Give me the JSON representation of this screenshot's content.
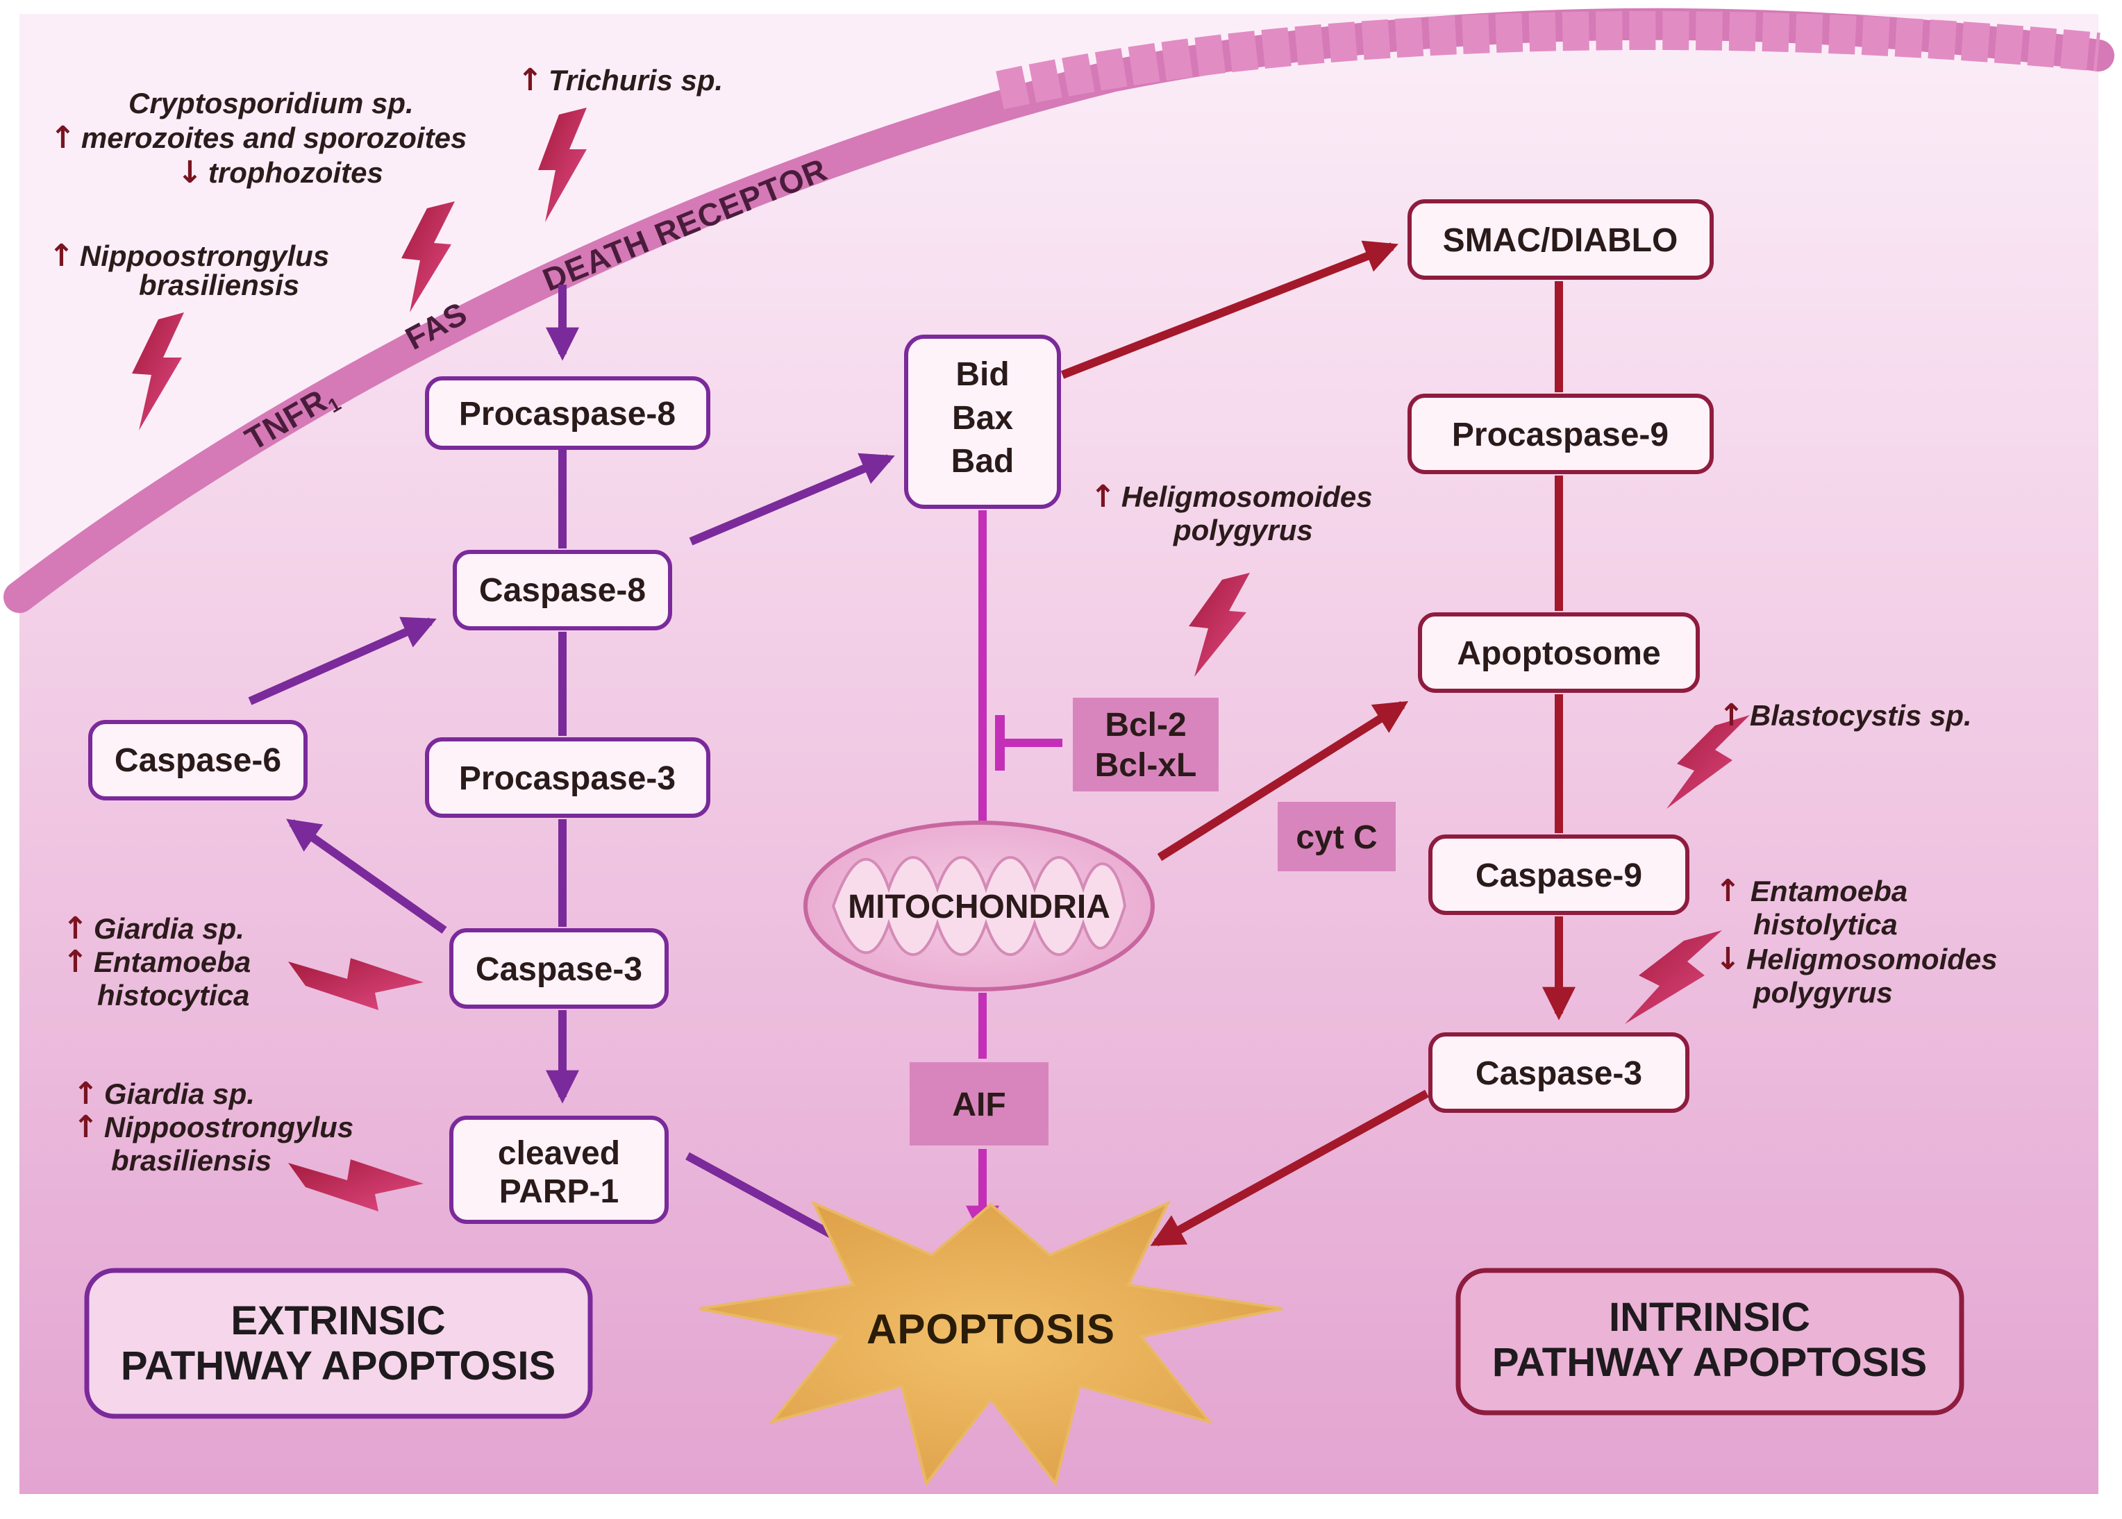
{
  "membrane_labels": {
    "tnfr": "TNFR",
    "tnfr_sub": "1",
    "fas": "FAS",
    "death_receptor": "DEATH RECEPTOR"
  },
  "extrinsic_nodes": {
    "procaspase8": "Procaspase-8",
    "caspase8": "Caspase-8",
    "procaspase3": "Procaspase-3",
    "caspase3": "Caspase-3",
    "caspase6": "Caspase-6",
    "cleaved_parp_line1": "cleaved",
    "cleaved_parp_line2": "PARP-1"
  },
  "bcl_group": {
    "line1": "Bid",
    "line2": "Bax",
    "line3": "Bad"
  },
  "anti_apoptotic": {
    "line1": "Bcl-2",
    "line2": "Bcl-xL"
  },
  "mitochondria": "MITOCHONDRIA",
  "aif": "AIF",
  "cyt_c": "cyt C",
  "intrinsic_nodes": {
    "smac": "SMAC/DIABLO",
    "procaspase9": "Procaspase-9",
    "apoptosome": "Apoptosome",
    "caspase9": "Caspase-9",
    "caspase3": "Caspase-3"
  },
  "apoptosis": "APOPTOSIS",
  "pathway_titles": {
    "extrinsic_line1": "EXTRINSIC",
    "extrinsic_line2": "PATHWAY APOPTOSIS",
    "intrinsic_line1": "INTRINSIC",
    "intrinsic_line2": "PATHWAY APOPTOSIS"
  },
  "parasites": {
    "trichuris": {
      "arrow": "↑",
      "text": "Trichuris sp."
    },
    "crypto_l1": {
      "arrow": "",
      "text": "Cryptosporidium sp."
    },
    "crypto_l2": {
      "arrow": "↑",
      "text": "merozoites and sporozoites"
    },
    "crypto_l3": {
      "arrow": "↓",
      "text": "trophozoites"
    },
    "nippo_top_l1": {
      "arrow": "↑",
      "text": "Nippoostrongylus"
    },
    "nippo_top_l2": {
      "arrow": "",
      "text": "brasiliensis"
    },
    "helig_top_l1": {
      "arrow": "↑",
      "text": "Heligmosomoides"
    },
    "helig_top_l2": {
      "arrow": "",
      "text": "polygyrus"
    },
    "blasto": {
      "arrow": "↑",
      "text": "Blastocystis sp."
    },
    "entam_right_l1": {
      "arrow": "↑",
      "text": "Entamoeba"
    },
    "entam_right_l2": {
      "arrow": "",
      "text": "histolytica"
    },
    "helig_right_l1": {
      "arrow": "↓",
      "text": "Heligmosomoides"
    },
    "helig_right_l2": {
      "arrow": "",
      "text": "polygyrus"
    },
    "giardia_a": {
      "arrow": "↑",
      "text": "Giardia sp."
    },
    "entam_left_l1": {
      "arrow": "↑",
      "text": "Entamoeba"
    },
    "entam_left_l2": {
      "arrow": "",
      "text": "histocytica"
    },
    "giardia_b": {
      "arrow": "↑",
      "text": "Giardia sp."
    },
    "nippo_bot_l1": {
      "arrow": "↑",
      "text": "Nippoostrongylus"
    },
    "nippo_bot_l2": {
      "arrow": "",
      "text": "brasiliensis"
    }
  },
  "colors": {
    "extrinsic": "#7a2a9a",
    "intrinsic": "#a3182a",
    "mito_link": "#c42fb8",
    "parasite_arrow": "#7a1420",
    "apoptosis_star": "#e8ae52"
  }
}
